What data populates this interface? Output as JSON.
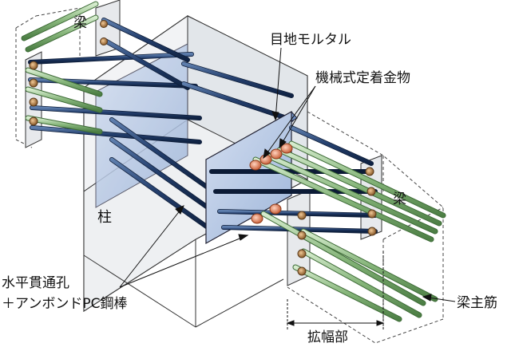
{
  "labels": {
    "beam_top_left": "梁",
    "beam_right": "梁",
    "column": "柱",
    "joint_mortar": "目地モルタル",
    "mechanical_anchor": "機械式定着金物",
    "horizontal_hole_line1": "水平貫通孔",
    "horizontal_hole_line2": "＋アンボンドPC鋼棒",
    "beam_main_rebar": "梁主筋",
    "widened_part": "拡幅部"
  },
  "colors": {
    "pc_bar": "#1f3a66",
    "rebar_green": "#8fb883",
    "mortar_plate": "#b7c9e4",
    "anchor": "#e0835e",
    "nut": "#c08a55",
    "outline": "#333333",
    "column_fill": "#e9ecef"
  }
}
